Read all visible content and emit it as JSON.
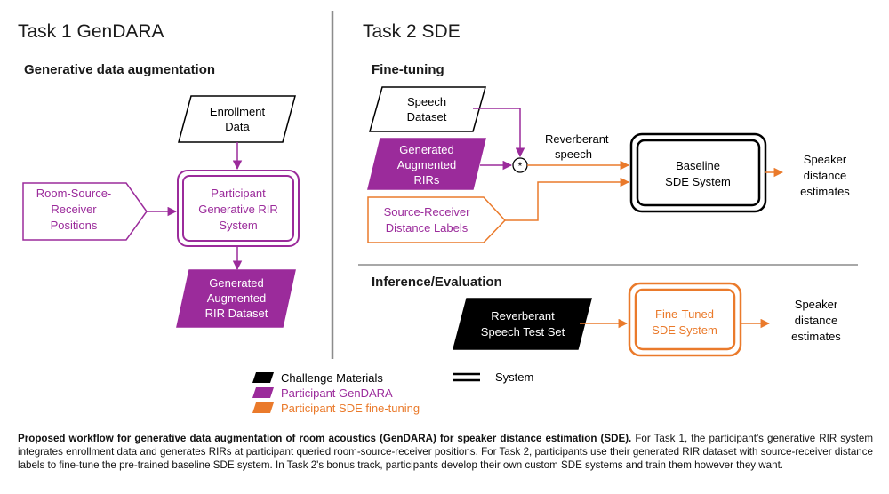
{
  "colors": {
    "black": "#000000",
    "purple": "#9b2b9b",
    "orange": "#ea7a2b",
    "divider": "#8c8c8c"
  },
  "task1": {
    "title": "Task 1 GenDARA",
    "subtitle": "Generative data augmentation",
    "enrollment": [
      "Enrollment",
      "Data"
    ],
    "positions": [
      "Room-Source-",
      "Receiver",
      "Positions"
    ],
    "rir_system": [
      "Participant",
      "Generative RIR",
      "System"
    ],
    "rir_dataset": [
      "Generated",
      "Augmented",
      "RIR Dataset"
    ]
  },
  "task2": {
    "title": "Task 2 SDE",
    "finetune_label": "Fine-tuning",
    "speech_dataset": [
      "Speech",
      "Dataset"
    ],
    "generated_rirs": [
      "Generated",
      "Augmented",
      "RIRs"
    ],
    "distance_labels": [
      "Source-Receiver",
      "Distance Labels"
    ],
    "convolve_symbol": "*",
    "reverberant": [
      "Reverberant",
      "speech"
    ],
    "baseline": [
      "Baseline",
      "SDE System"
    ],
    "estimates_1": [
      "Speaker",
      "distance",
      "estimates"
    ],
    "inference_label": "Inference/Evaluation",
    "test_set": [
      "Reverberant",
      "Speech Test Set"
    ],
    "finetuned": [
      "Fine-Tuned",
      "SDE System"
    ],
    "estimates_2": [
      "Speaker",
      "distance",
      "estimates"
    ]
  },
  "legend": {
    "challenge": "Challenge Materials",
    "gendara": "Participant GenDARA",
    "sde": "Participant SDE fine-tuning",
    "system": "System"
  },
  "caption": {
    "bold": "Proposed workflow for generative data augmentation of room acoustics (GenDARA) for speaker distance estimation (SDE).",
    "rest": " For Task 1, the participant's generative RIR system integrates enrollment data and generates RIRs at participant queried room-source-receiver positions. For Task 2, participants use their generated RIR dataset with source-receiver distance labels to fine-tune the pre-trained baseline SDE system. In Task 2's bonus track, participants develop their own custom SDE systems and train them however they want."
  }
}
